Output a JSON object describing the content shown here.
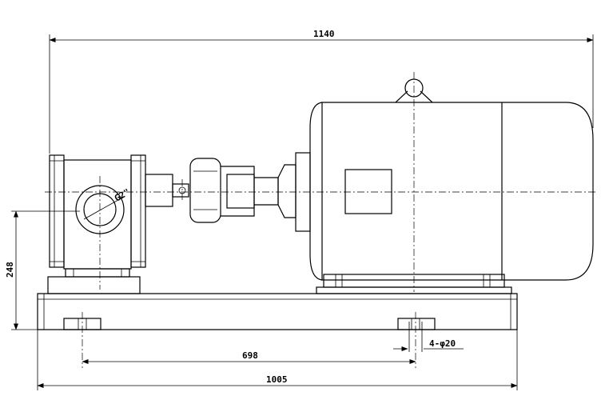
{
  "dimensions": {
    "overall_length": "1140",
    "base_length": "1005",
    "bolt_spacing": "698",
    "shaft_height": "248",
    "bolt_holes": "4-φ20",
    "port_thread": "G2\""
  }
}
